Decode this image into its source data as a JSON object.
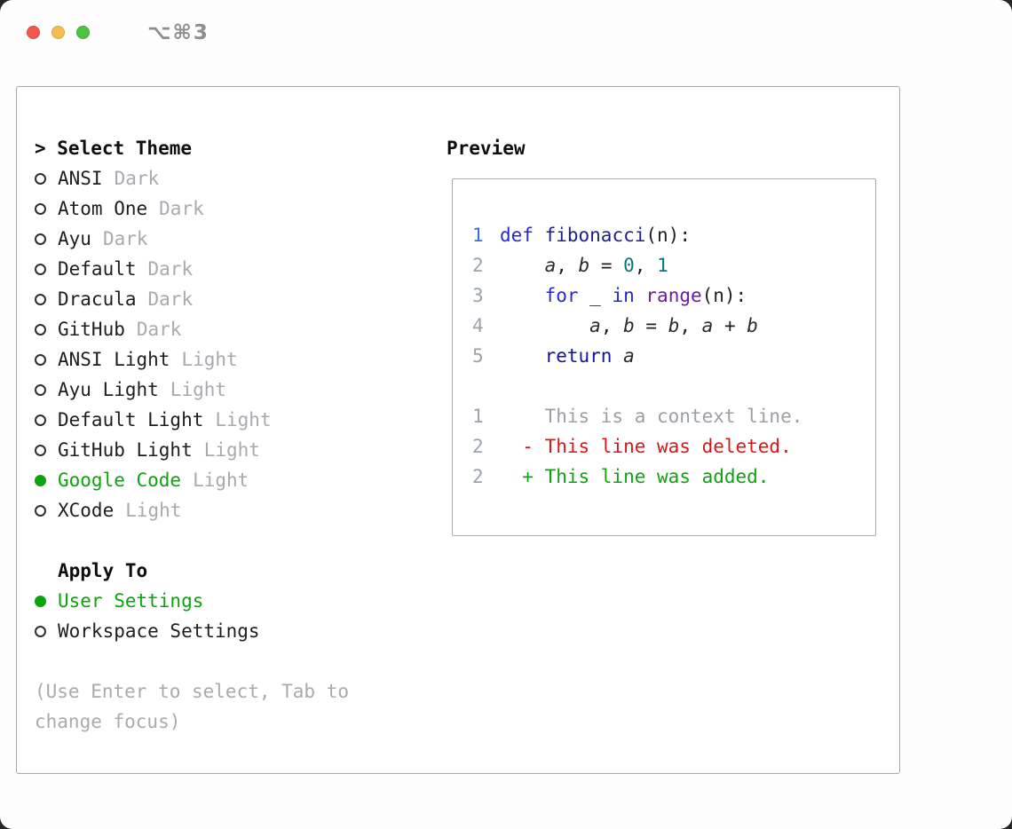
{
  "window": {
    "title": "⌥⌘3"
  },
  "panel": {
    "select_title": "> Select Theme",
    "themes": [
      {
        "name": "ANSI",
        "variant": "Dark",
        "selected": false
      },
      {
        "name": "Atom One",
        "variant": "Dark",
        "selected": false
      },
      {
        "name": "Ayu",
        "variant": "Dark",
        "selected": false
      },
      {
        "name": "Default",
        "variant": "Dark",
        "selected": false
      },
      {
        "name": "Dracula",
        "variant": "Dark",
        "selected": false
      },
      {
        "name": "GitHub",
        "variant": "Dark",
        "selected": false
      },
      {
        "name": "ANSI Light",
        "variant": "Light",
        "selected": false
      },
      {
        "name": "Ayu Light",
        "variant": "Light",
        "selected": false
      },
      {
        "name": "Default Light",
        "variant": "Light",
        "selected": false
      },
      {
        "name": "GitHub Light",
        "variant": "Light",
        "selected": false
      },
      {
        "name": "Google Code",
        "variant": "Light",
        "selected": true
      },
      {
        "name": "XCode",
        "variant": "Light",
        "selected": false
      }
    ],
    "apply_to_title": "Apply To",
    "apply_options": [
      {
        "label": "User Settings",
        "selected": true
      },
      {
        "label": "Workspace Settings",
        "selected": false
      }
    ],
    "hint_line1": "(Use Enter to select, Tab to",
    "hint_line2": "change focus)"
  },
  "preview": {
    "title": "Preview",
    "blocks": [
      {
        "lines": [
          {
            "num": "1",
            "num_accent": true,
            "tokens": [
              {
                "c": "kw",
                "t": "def"
              },
              {
                "c": "pl",
                "t": " "
              },
              {
                "c": "fn",
                "t": "fibonacci"
              },
              {
                "c": "pl",
                "t": "(n):"
              }
            ]
          },
          {
            "num": "2",
            "tokens": [
              {
                "c": "pl",
                "t": "    "
              },
              {
                "c": "var",
                "t": "a"
              },
              {
                "c": "pl",
                "t": ", "
              },
              {
                "c": "var",
                "t": "b"
              },
              {
                "c": "pl",
                "t": " = "
              },
              {
                "c": "lit",
                "t": "0"
              },
              {
                "c": "pl",
                "t": ", "
              },
              {
                "c": "lit",
                "t": "1"
              }
            ]
          },
          {
            "num": "3",
            "tokens": [
              {
                "c": "pl",
                "t": "    "
              },
              {
                "c": "kw",
                "t": "for"
              },
              {
                "c": "pl",
                "t": " _ "
              },
              {
                "c": "kw",
                "t": "in"
              },
              {
                "c": "pl",
                "t": " "
              },
              {
                "c": "type",
                "t": "range"
              },
              {
                "c": "pl",
                "t": "(n):"
              }
            ]
          },
          {
            "num": "4",
            "tokens": [
              {
                "c": "pl",
                "t": "        "
              },
              {
                "c": "var",
                "t": "a"
              },
              {
                "c": "pl",
                "t": ", "
              },
              {
                "c": "var",
                "t": "b"
              },
              {
                "c": "pl",
                "t": " = "
              },
              {
                "c": "var",
                "t": "b"
              },
              {
                "c": "pl",
                "t": ", "
              },
              {
                "c": "var",
                "t": "a"
              },
              {
                "c": "pl",
                "t": " + "
              },
              {
                "c": "var",
                "t": "b"
              }
            ]
          },
          {
            "num": "5",
            "tokens": [
              {
                "c": "pl",
                "t": "    "
              },
              {
                "c": "kw2",
                "t": "return"
              },
              {
                "c": "pl",
                "t": " "
              },
              {
                "c": "var",
                "t": "a"
              }
            ]
          }
        ]
      },
      {
        "lines": [
          {
            "num": "1",
            "tokens": [
              {
                "c": "ctx",
                "t": "    This is a context line."
              }
            ]
          },
          {
            "num": "2",
            "tokens": [
              {
                "c": "del",
                "t": "  - This line was deleted."
              }
            ]
          },
          {
            "num": "2",
            "tokens": [
              {
                "c": "add",
                "t": "  + This line was added."
              }
            ]
          }
        ]
      }
    ]
  },
  "colors": {
    "selected_green": "#0aa50a",
    "keyword_blue": "#2727d3",
    "return_navy": "#15159b",
    "function_navy": "#1f1f8c",
    "literal_teal": "#067878",
    "type_purple": "#6e1b9e",
    "context_gray": "#9aa0a6",
    "deleted_red": "#da1616",
    "added_green": "#0fa30f",
    "muted_gray": "#a9a9b0",
    "line_number_gray": "#9aa3ad",
    "line_number_accent": "#3b6fd4",
    "panel_border": "#a3a9b0",
    "titlebar_red": "#f3564d",
    "titlebar_yellow": "#f6bd4e",
    "titlebar_green": "#4ac43f"
  }
}
